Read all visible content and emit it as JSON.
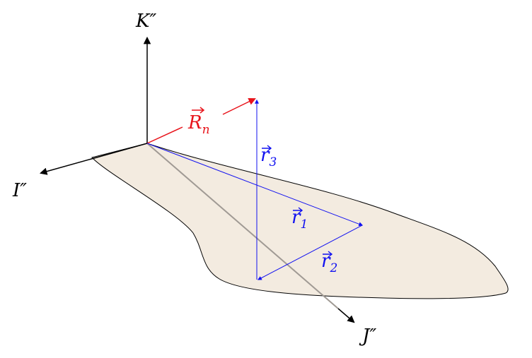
{
  "colors": {
    "axis": "#000000",
    "surface_fill": "#f3ebe0",
    "surface_stroke": "#000000",
    "ray": "#a09a94",
    "resultant": "#e8141b",
    "components": "#1010f0"
  },
  "axes": {
    "K": {
      "base": "K",
      "prime": "″"
    },
    "I": {
      "base": "I",
      "prime": "″"
    },
    "J": {
      "base": "J",
      "prime": "″"
    }
  },
  "vectors": {
    "R": {
      "base": "R",
      "sub": "n"
    },
    "r3": {
      "base": "r",
      "sub": "3"
    },
    "r1": {
      "base": "r",
      "sub": "1"
    },
    "r2": {
      "base": "r",
      "sub": "2"
    }
  }
}
